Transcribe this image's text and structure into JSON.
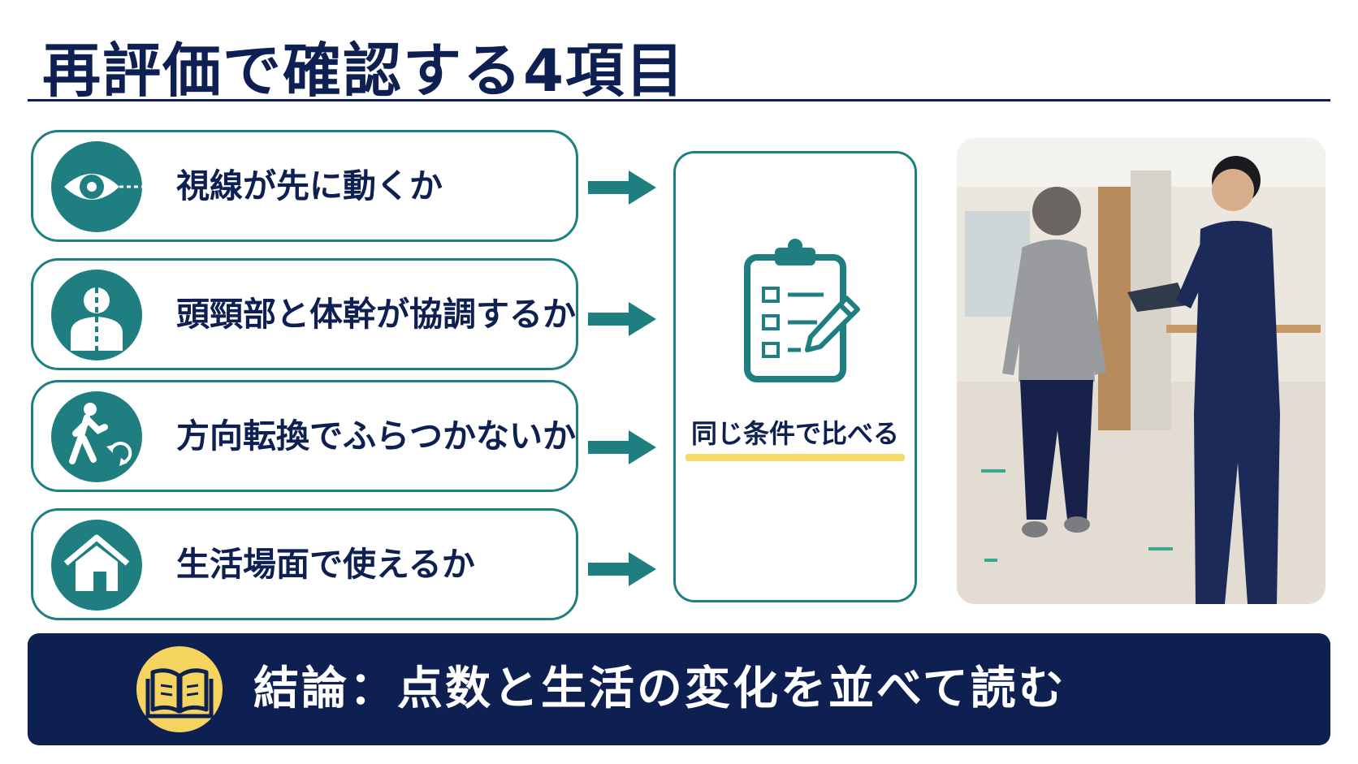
{
  "title": "再評価で確認する4項目",
  "items": [
    {
      "label": "視線が先に動くか",
      "icon": "eye-icon"
    },
    {
      "label": "頭頸部と体幹が協調するか",
      "icon": "head-trunk-icon"
    },
    {
      "label": "方向転換でふらつかないか",
      "icon": "walking-turn-icon"
    },
    {
      "label": "生活場面で使えるか",
      "icon": "house-icon"
    }
  ],
  "compare": {
    "label": "同じ条件で比べる",
    "icon": "clipboard-checklist-icon"
  },
  "photo": {
    "icon": "hallway-walking-assessment-photo"
  },
  "conclusion": {
    "text": "結論：点数と生活の変化を並べて読む",
    "icon": "book-icon"
  },
  "colors": {
    "navy": "#0e1f52",
    "teal": "#1f7f80",
    "highlight_yellow": "#f5da6a",
    "badge_yellow": "#f4d35e"
  }
}
